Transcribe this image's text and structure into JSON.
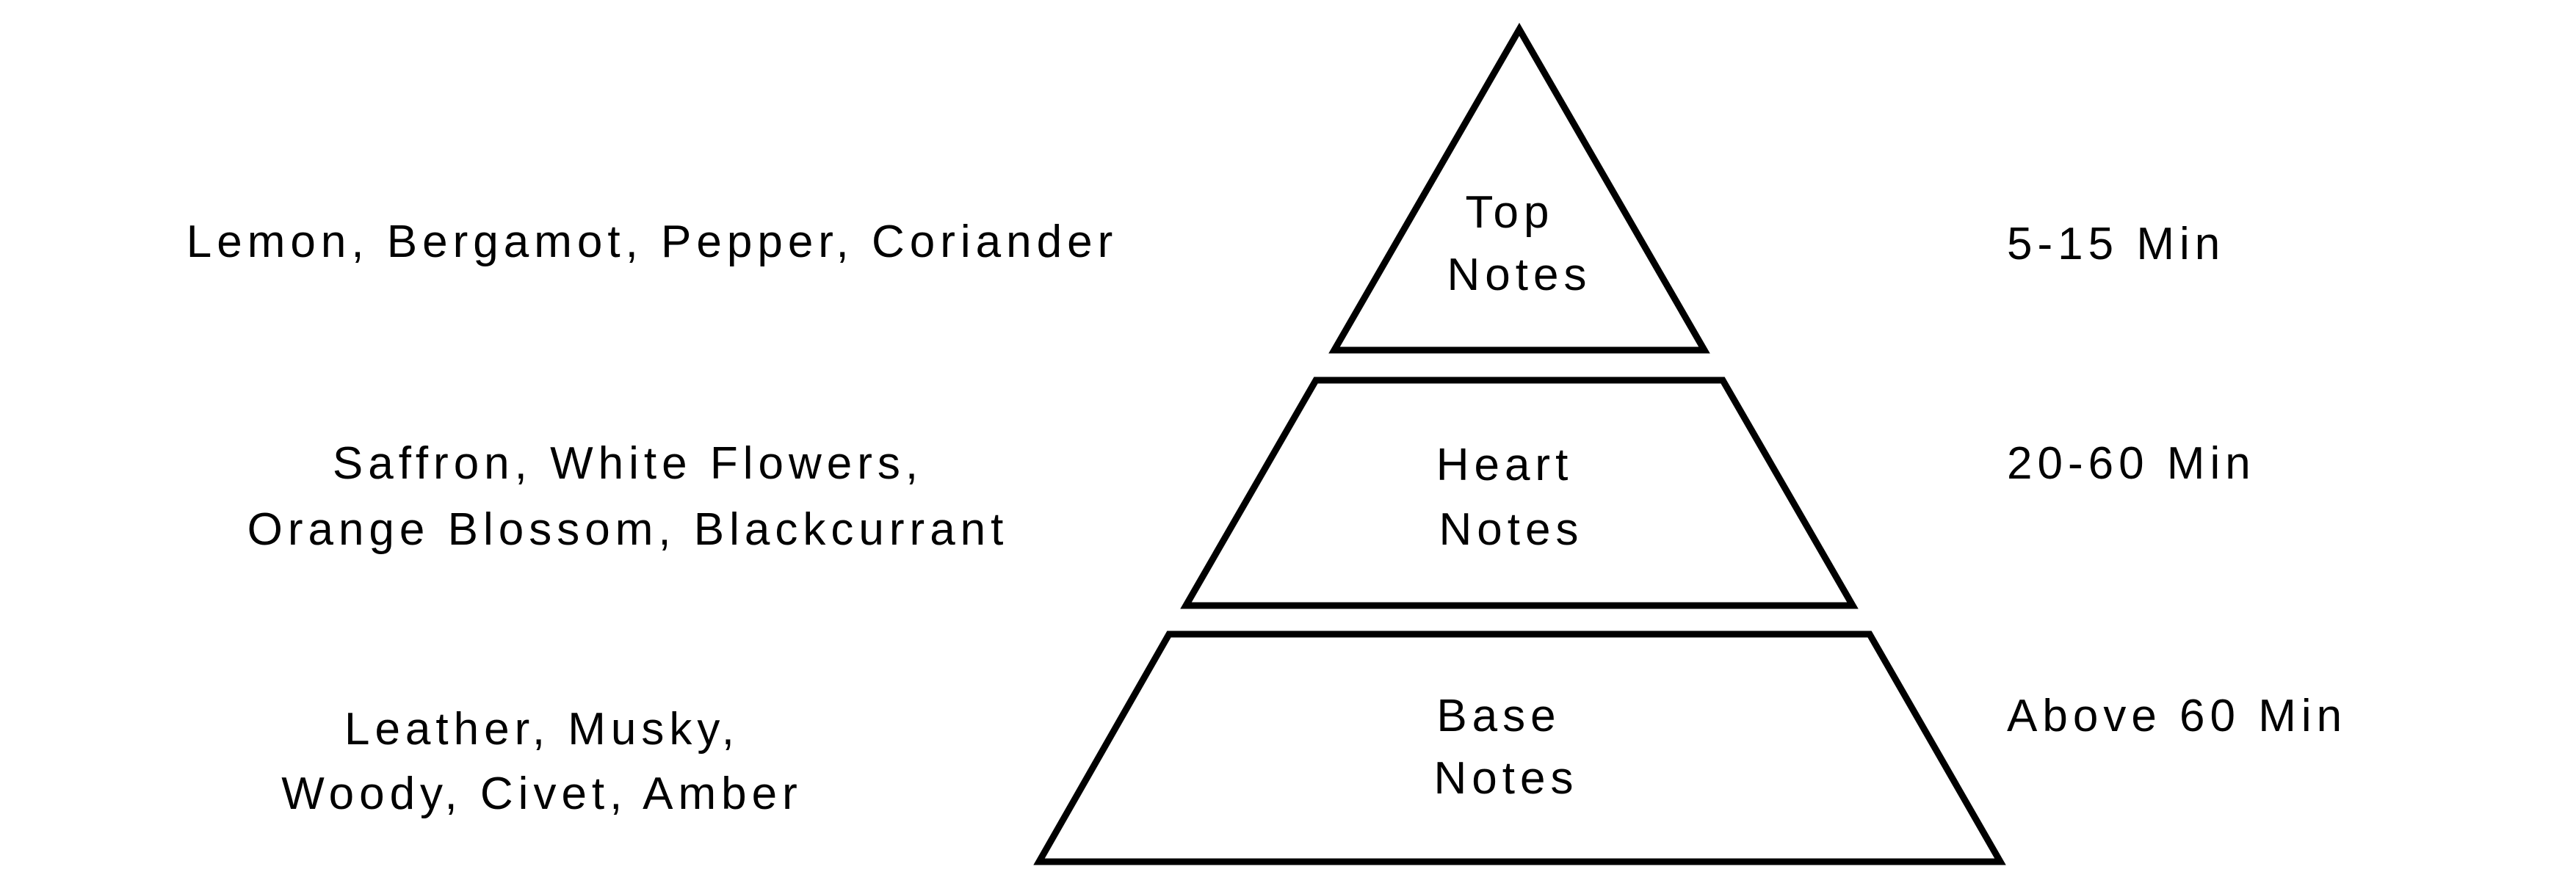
{
  "tiers": [
    {
      "label_line1": "Top",
      "label_line2": "Notes",
      "ingredients": [
        "Lemon, Bergamot, Pepper, Coriander"
      ],
      "duration": "5-15 Min"
    },
    {
      "label_line1": "Heart",
      "label_line2": "Notes",
      "ingredients": [
        "Saffron, White Flowers,",
        "Orange Blossom, Blackcurrant"
      ],
      "duration": "20-60 Min"
    },
    {
      "label_line1": "Base",
      "label_line2": "Notes",
      "ingredients": [
        "Leather, Musky,",
        "Woody, Civet, Amber"
      ],
      "duration": "Above 60 Min"
    }
  ],
  "colors": {
    "stroke": "#000000",
    "background": "#ffffff"
  }
}
